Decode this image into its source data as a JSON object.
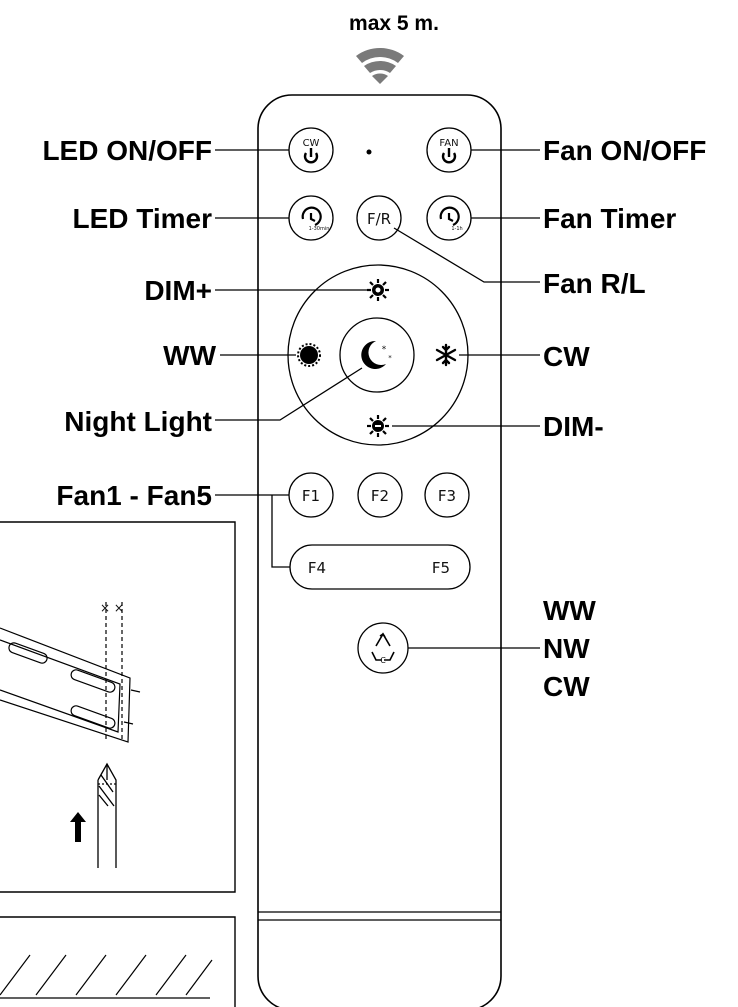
{
  "range_label": "max 5 m.",
  "labels": {
    "led_onoff": "LED ON/OFF",
    "led_timer": "LED Timer",
    "dim_plus": "DIM+",
    "ww_left": "WW",
    "night_light": "Night Light",
    "fan_levels": "Fan1 - Fan5",
    "fan_onoff": "Fan ON/OFF",
    "fan_timer": "Fan Timer",
    "fan_rl": "Fan R/L",
    "cw_right": "CW",
    "dim_minus": "DIM-",
    "color_ww": "WW",
    "color_nw": "NW",
    "color_cw": "CW"
  },
  "buttons": {
    "cw_top": "CW",
    "fan_top": "FAN",
    "led_timer_sub": "1-30min",
    "fan_timer_sub": "1-1h",
    "fr": "F/R",
    "f1": "F1",
    "f2": "F2",
    "f3": "F3",
    "f4": "F4",
    "f5": "F5",
    "cycle_letter": "C"
  },
  "icons": {
    "wifi": "signal-waves-icon",
    "power": "power-icon",
    "timer": "clock-icon",
    "sun": "sun-icon",
    "moon": "moon-stars-icon",
    "snowflake": "snowflake-icon",
    "cycle": "recycle-arrows-icon",
    "pencil": "pencil-icon",
    "arrow_up": "arrow-up-icon"
  }
}
